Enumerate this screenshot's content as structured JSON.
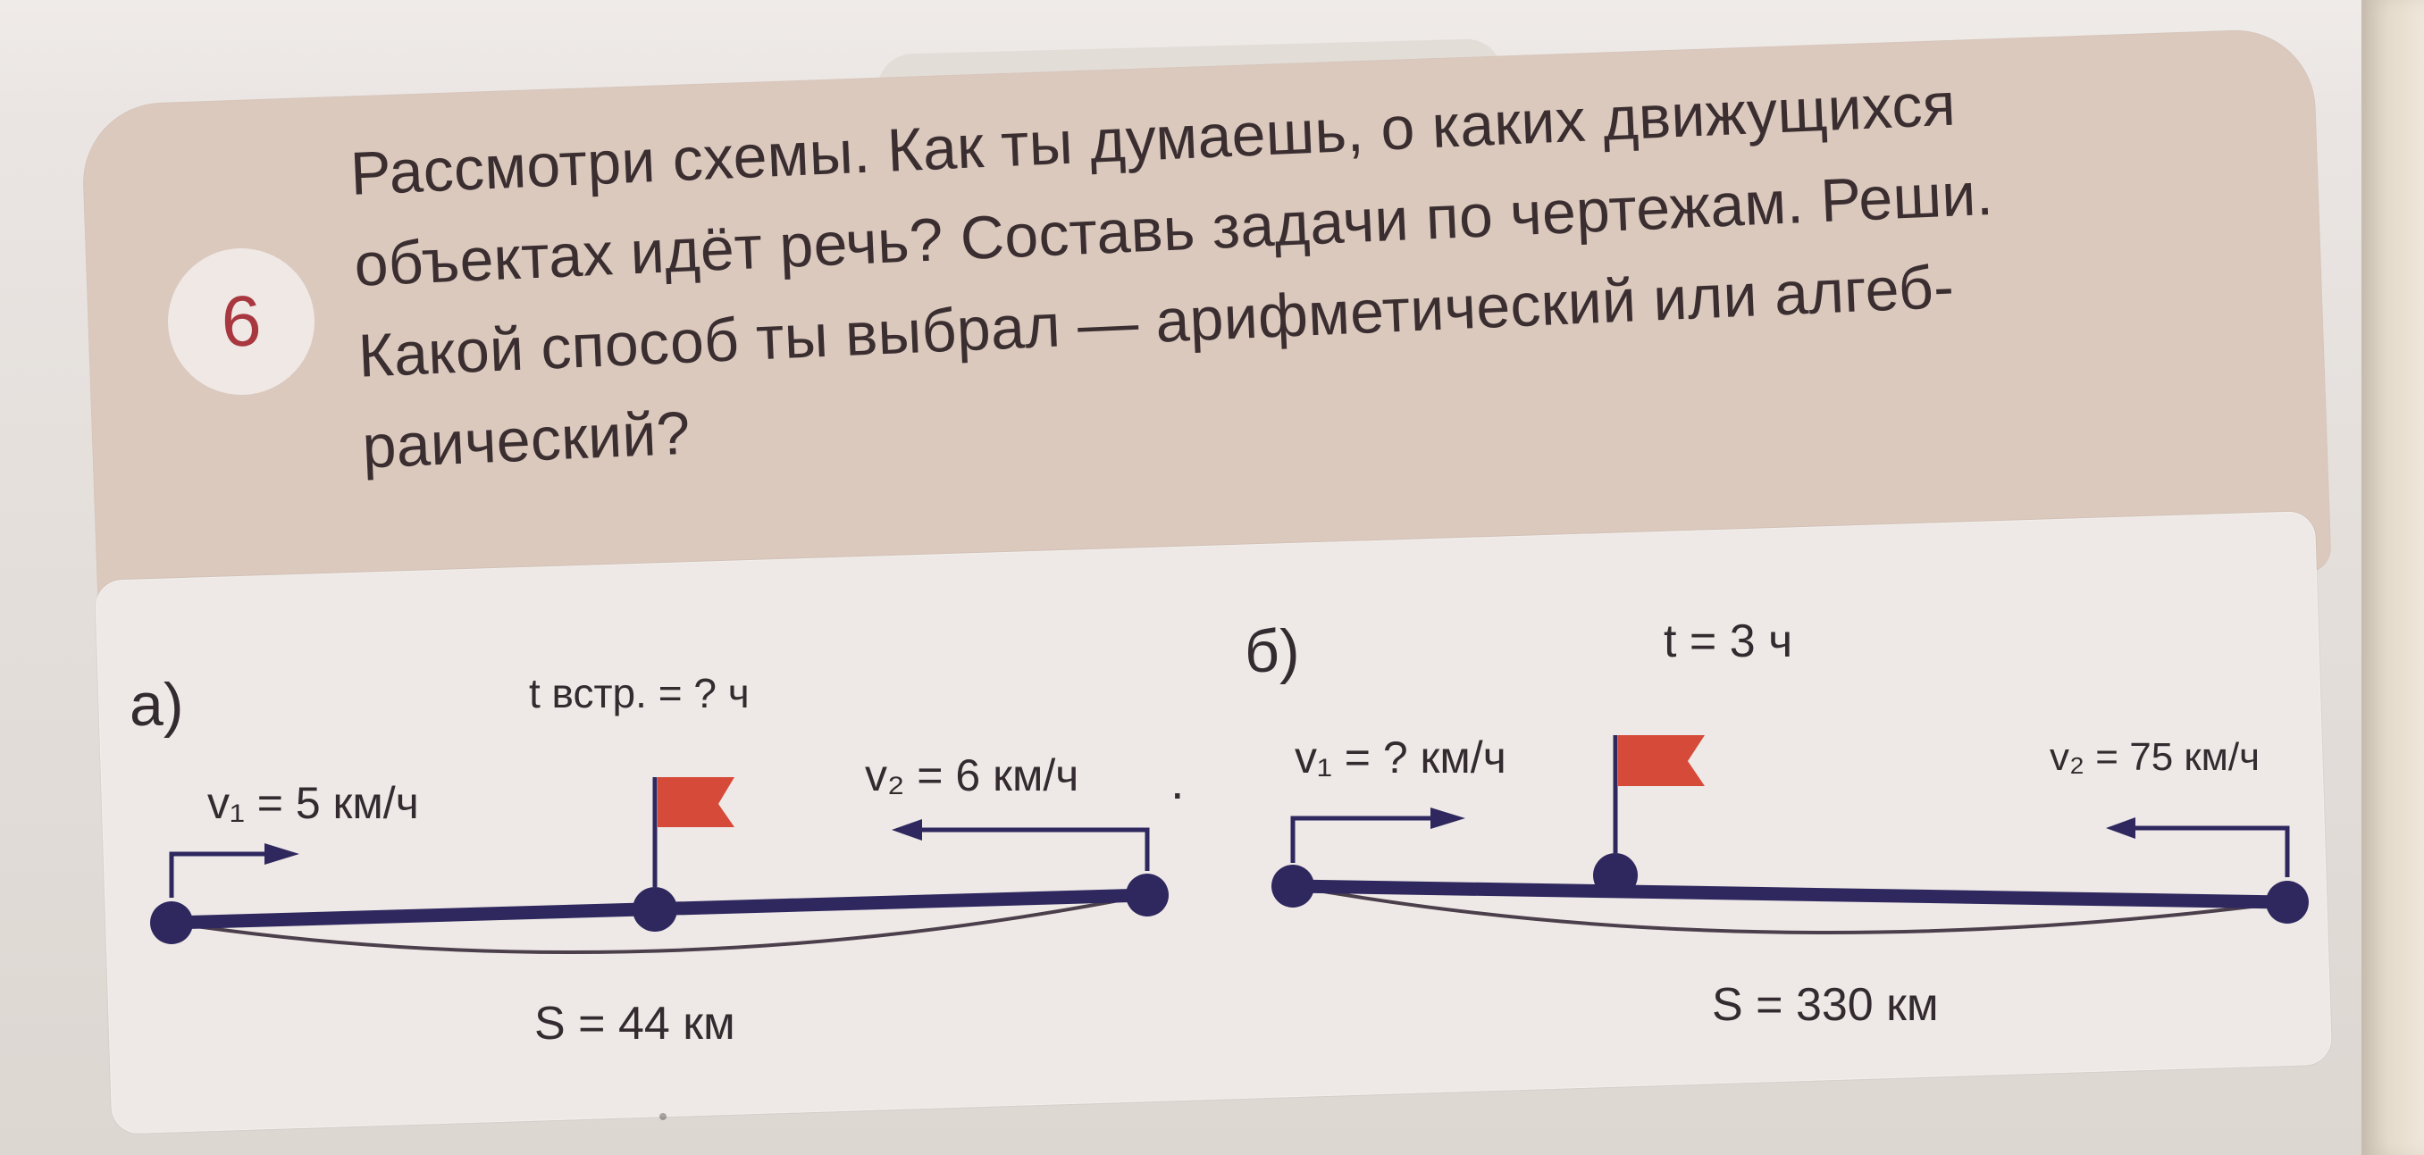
{
  "header": {
    "title": "ТВОРЧЕСКАЯ РАБОТА"
  },
  "task": {
    "number": "6",
    "lines": [
      "Рассмотри схемы. Как ты думаешь, о каких движущихся",
      "объектах идёт речь? Составь задачи по чертежам. Реши.",
      "Какой способ ты выбрал — арифметический или алгеб-",
      "раический?"
    ]
  },
  "diagram_a": {
    "label": "а)",
    "time": "t встр. = ? ч",
    "v1": "v₁ = 5 км/ч",
    "v2": "v₂ = 6 км/ч",
    "distance": "S = 44 км"
  },
  "diagram_b": {
    "label": "б)",
    "time": "t = 3 ч",
    "v1": "v₁ = ? км/ч",
    "v2": "v₂ = 75 км/ч",
    "distance": "S = 330 км"
  },
  "colors": {
    "path": "#2f285f",
    "flag": "#d64a39",
    "text": "#332b2f",
    "number": "#a8373f",
    "box": "#dbc9be",
    "panel": "#eee9e6"
  }
}
